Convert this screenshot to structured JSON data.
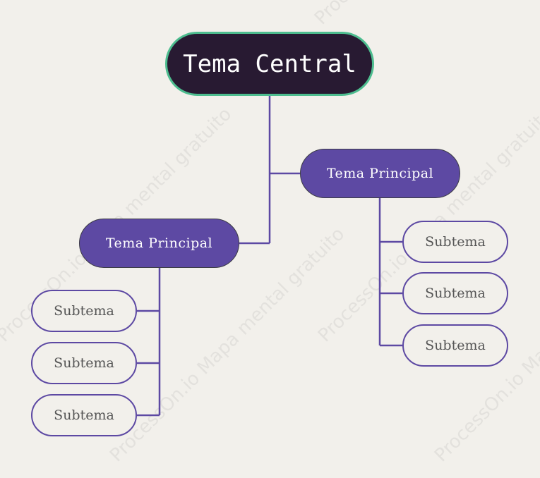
{
  "colors": {
    "background": "#f2f0eb",
    "central_fill": "#281a32",
    "central_border": "#4dbd8f",
    "central_text": "#ffffff",
    "main_fill": "#5d49a3",
    "main_border": "#3c3c44",
    "main_text": "#ffffff",
    "sub_fill": "#f2f0eb",
    "sub_border": "#5d49a3",
    "sub_text": "#555555",
    "line": "#5d49a3",
    "watermark": "rgba(150,150,150,0.16)"
  },
  "central": {
    "label": "Tema Central"
  },
  "branches": [
    {
      "label": "Tema Principal",
      "subtopics": [
        {
          "label": "Subtema"
        },
        {
          "label": "Subtema"
        },
        {
          "label": "Subtema"
        }
      ]
    },
    {
      "label": "Tema Principal",
      "subtopics": [
        {
          "label": "Subtema"
        },
        {
          "label": "Subtema"
        },
        {
          "label": "Subtema"
        }
      ]
    }
  ],
  "watermark": {
    "text": "ProcessOn.io Mapa mental gratuito"
  }
}
